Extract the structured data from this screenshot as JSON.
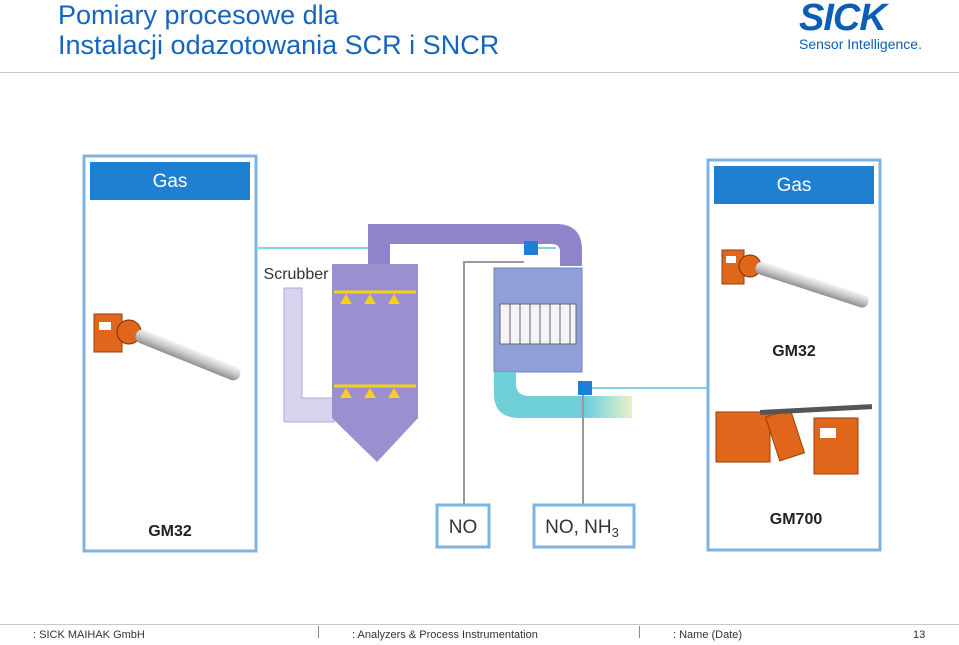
{
  "header": {
    "title_line1": "Pomiary procesowe dla",
    "title_line2": "Instalacji odazotowania SCR i SNCR",
    "logo_word": "SICK",
    "logo_tagline": "Sensor Intelligence."
  },
  "diagram": {
    "left_panel": {
      "header": "Gas",
      "analyzer": "GM32"
    },
    "right_panel": {
      "header": "Gas",
      "analyzer_top": "GM32",
      "analyzer_bottom": "GM700"
    },
    "scrubber_label": "Scrubber",
    "measure_box_1": "NO",
    "measure_box_2_main": "NO, NH",
    "measure_box_2_sub": "3",
    "colors": {
      "panel_header": "#1f7fd1",
      "panel_border": "#7fb4e0",
      "scrubber": "#9b8fcf",
      "duct": "#8fa0d8",
      "flow_line": "#7fd3e0",
      "sensor": "#1e7fd8"
    }
  },
  "footer": {
    "company": ": SICK MAIHAK GmbH",
    "division": ": Analyzers & Process Instrumentation",
    "name_date": ": Name (Date)",
    "page_number": "13"
  }
}
